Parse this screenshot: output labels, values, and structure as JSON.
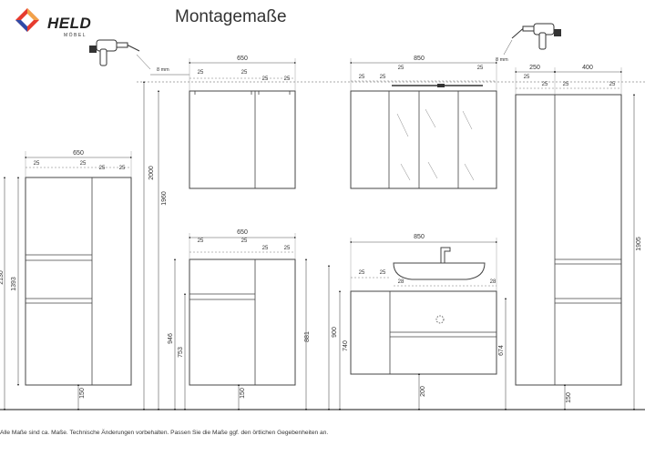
{
  "brand": {
    "name": "HELD",
    "sub": "MÖBEL"
  },
  "title": "Montagemaße",
  "footer_note": "Alle Maße sind ca. Maße. Technische Änderungen vorbehalten. Passen Sie die Maße ggf. den örtlichen Gegebenheiten an.",
  "drill_notes": {
    "left": "8 mm",
    "right": "8 mm"
  },
  "dimensions": {
    "left_tall_width": "650",
    "left_tall_sub": [
      "25",
      "25",
      "25",
      "25"
    ],
    "left_tall_height": "2130",
    "left_tall_inner": "1393",
    "left_tall_foot": "150",
    "wall_total_height": "2000",
    "wall_left_width": "650",
    "wall_left_sub": [
      "25",
      "25",
      "25",
      "25"
    ],
    "wall_left_height": "1960",
    "mirror_width": "850",
    "mirror_sub": [
      "25",
      "25",
      "25",
      "25"
    ],
    "base_left_width": "650",
    "base_left_sub": [
      "25",
      "25",
      "25",
      "25"
    ],
    "base_left_h1": "946",
    "base_left_h2": "753",
    "base_left_h3": "881",
    "base_left_foot": "150",
    "vanity_width": "850",
    "vanity_sub": [
      "25",
      "25",
      "28",
      "28"
    ],
    "vanity_h1": "900",
    "vanity_h2": "740",
    "vanity_h3": "674",
    "vanity_foot": "200",
    "right_tall_w1": "250",
    "right_tall_w2": "400",
    "right_tall_sub": [
      "25",
      "25",
      "25",
      "25"
    ],
    "right_tall_height": "1905",
    "right_tall_foot": "150"
  }
}
